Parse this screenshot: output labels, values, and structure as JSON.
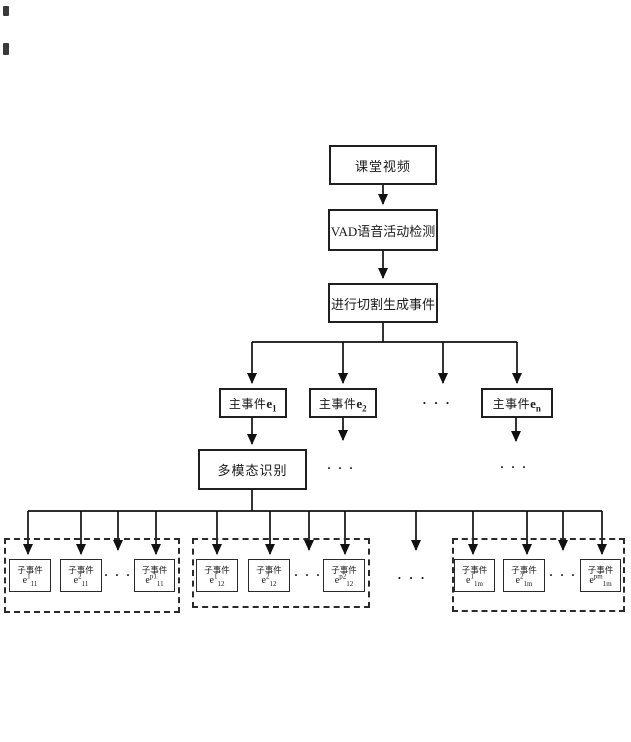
{
  "diagram": {
    "flow": {
      "classroom_video": "课堂视频",
      "vad_detection": "VAD语音活动检测",
      "cut_generate": "进行切割生成事件",
      "multimodal": "多模态识别"
    },
    "main_event_prefix": "主事件",
    "sub_event_label": "子事件",
    "e_symbol": "e",
    "main_events": [
      {
        "sub": "1"
      },
      {
        "sub": "2"
      },
      {
        "sub": "n"
      }
    ],
    "sub_event_groups": [
      {
        "items": [
          {
            "sup": "1",
            "sub": "11"
          },
          {
            "sup": "2",
            "sub": "11"
          },
          {
            "sup": "p1",
            "sub": "11"
          }
        ]
      },
      {
        "items": [
          {
            "sup": "1",
            "sub": "12"
          },
          {
            "sup": "2",
            "sub": "12"
          },
          {
            "sup": "p2",
            "sub": "12"
          }
        ]
      },
      {
        "items": [
          {
            "sup": "1",
            "sub": "1m"
          },
          {
            "sup": "2",
            "sub": "1m"
          },
          {
            "sup": "pm",
            "sub": "1m"
          }
        ]
      }
    ],
    "ellipsis": "· · ·",
    "colors": {
      "line": "#111111",
      "background": "#ffffff"
    }
  }
}
